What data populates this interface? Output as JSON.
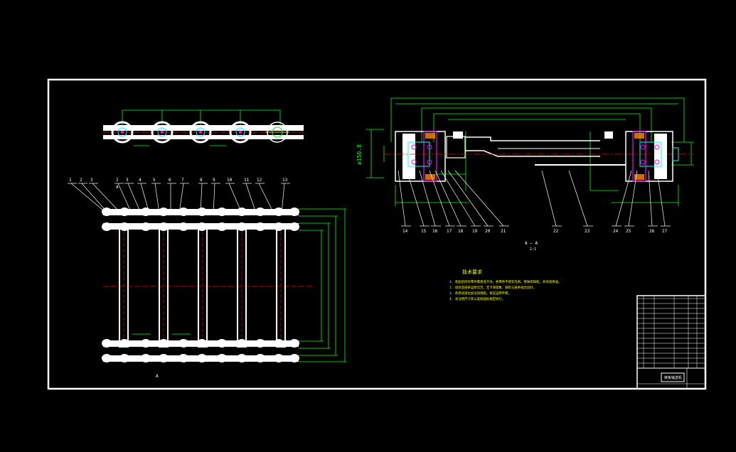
{
  "colors": {
    "background": "#000000",
    "outline": "#ffffff",
    "dimension": "#00ff00",
    "centerline": "#ff0000",
    "accent": "#00ffff",
    "detail": "#ff00ff",
    "highlight": "#ffff00"
  },
  "left_view": {
    "leaders_top": [
      "1",
      "2",
      "3",
      "2",
      "3",
      "4",
      "5",
      "6",
      "7",
      "8",
      "9",
      "10",
      "11",
      "12",
      "13"
    ],
    "section_label": "A",
    "view_label": "A"
  },
  "right_view": {
    "diameter_label": "ø150.8",
    "leaders_bottom": [
      "14",
      "15",
      "16",
      "17",
      "18",
      "19",
      "20",
      "21",
      "22",
      "23",
      "24",
      "25",
      "26",
      "27"
    ],
    "section_label": "A — A",
    "section_scale": "2:1"
  },
  "notes": {
    "title": "技术要求",
    "items": [
      "1. 装配前所有零件需清洗干净，各零件不得有毛刺、锈蚀等缺陷，并涂润滑油。",
      "2. 组装后链条运转灵活，无卡滞现象，链轮与链条啮合良好。",
      "3. 各转动部位加注润滑脂，保证运转平稳。",
      "4. 未注明尺寸及公差按国标规定执行。"
    ]
  },
  "title_block": {
    "drawing_name": "链板输送机"
  }
}
